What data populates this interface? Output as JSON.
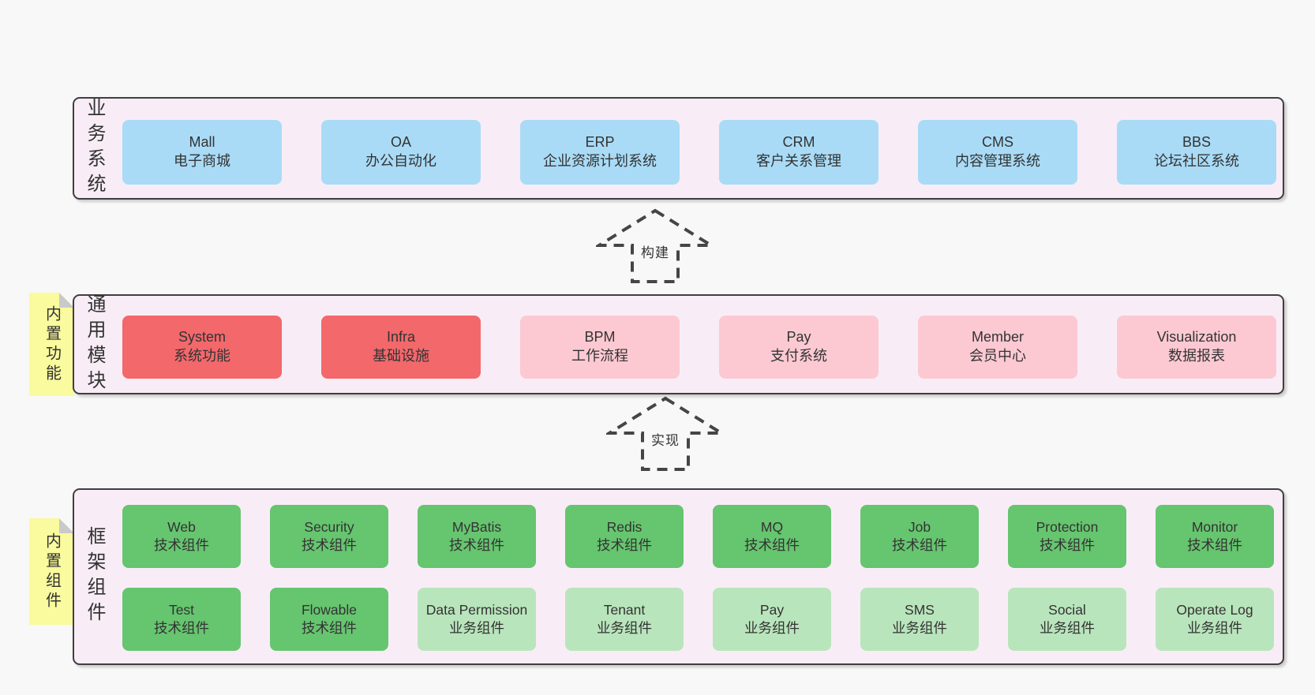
{
  "colors": {
    "page_background": "#f8f8f8",
    "layer_background": "#f8edf6",
    "layer_border": "#3f3f3f",
    "box_blue": "#a9dbf6",
    "box_red": "#f2686b",
    "box_pink": "#fcc9d2",
    "box_green": "#66c56f",
    "box_green_light": "#b9e5bc",
    "note_yellow": "#fafa9e",
    "note_fold_grey": "#c9c9c9",
    "text": "#333333"
  },
  "arrows": [
    {
      "label": "构建"
    },
    {
      "label": "实现"
    }
  ],
  "layers": [
    {
      "id": "business",
      "label": "业务系统",
      "boxes": [
        {
          "name": "Mall",
          "desc": "电子商城"
        },
        {
          "name": "OA",
          "desc": "办公自动化"
        },
        {
          "name": "ERP",
          "desc": "企业资源计划系统"
        },
        {
          "name": "CRM",
          "desc": "客户关系管理"
        },
        {
          "name": "CMS",
          "desc": "内容管理系统"
        },
        {
          "name": "BBS",
          "desc": "论坛社区系统"
        }
      ]
    },
    {
      "id": "modules",
      "label": "通用模块",
      "note": "内置功能",
      "boxes": [
        {
          "name": "System",
          "desc": "系统功能"
        },
        {
          "name": "Infra",
          "desc": "基础设施"
        },
        {
          "name": "BPM",
          "desc": "工作流程"
        },
        {
          "name": "Pay",
          "desc": "支付系统"
        },
        {
          "name": "Member",
          "desc": "会员中心"
        },
        {
          "name": "Visualization",
          "desc": "数据报表"
        }
      ]
    },
    {
      "id": "components",
      "label": "框架组件",
      "note": "内置组件",
      "rows": [
        [
          {
            "name": "Web",
            "desc": "技术组件"
          },
          {
            "name": "Security",
            "desc": "技术组件"
          },
          {
            "name": "MyBatis",
            "desc": "技术组件"
          },
          {
            "name": "Redis",
            "desc": "技术组件"
          },
          {
            "name": "MQ",
            "desc": "技术组件"
          },
          {
            "name": "Job",
            "desc": "技术组件"
          },
          {
            "name": "Protection",
            "desc": "技术组件"
          },
          {
            "name": "Monitor",
            "desc": "技术组件"
          }
        ],
        [
          {
            "name": "Test",
            "desc": "技术组件"
          },
          {
            "name": "Flowable",
            "desc": "技术组件"
          },
          {
            "name": "Data Permission",
            "desc": "业务组件"
          },
          {
            "name": "Tenant",
            "desc": "业务组件"
          },
          {
            "name": "Pay",
            "desc": "业务组件"
          },
          {
            "name": "SMS",
            "desc": "业务组件"
          },
          {
            "name": "Social",
            "desc": "业务组件"
          },
          {
            "name": "Operate Log",
            "desc": "业务组件"
          }
        ]
      ]
    }
  ]
}
